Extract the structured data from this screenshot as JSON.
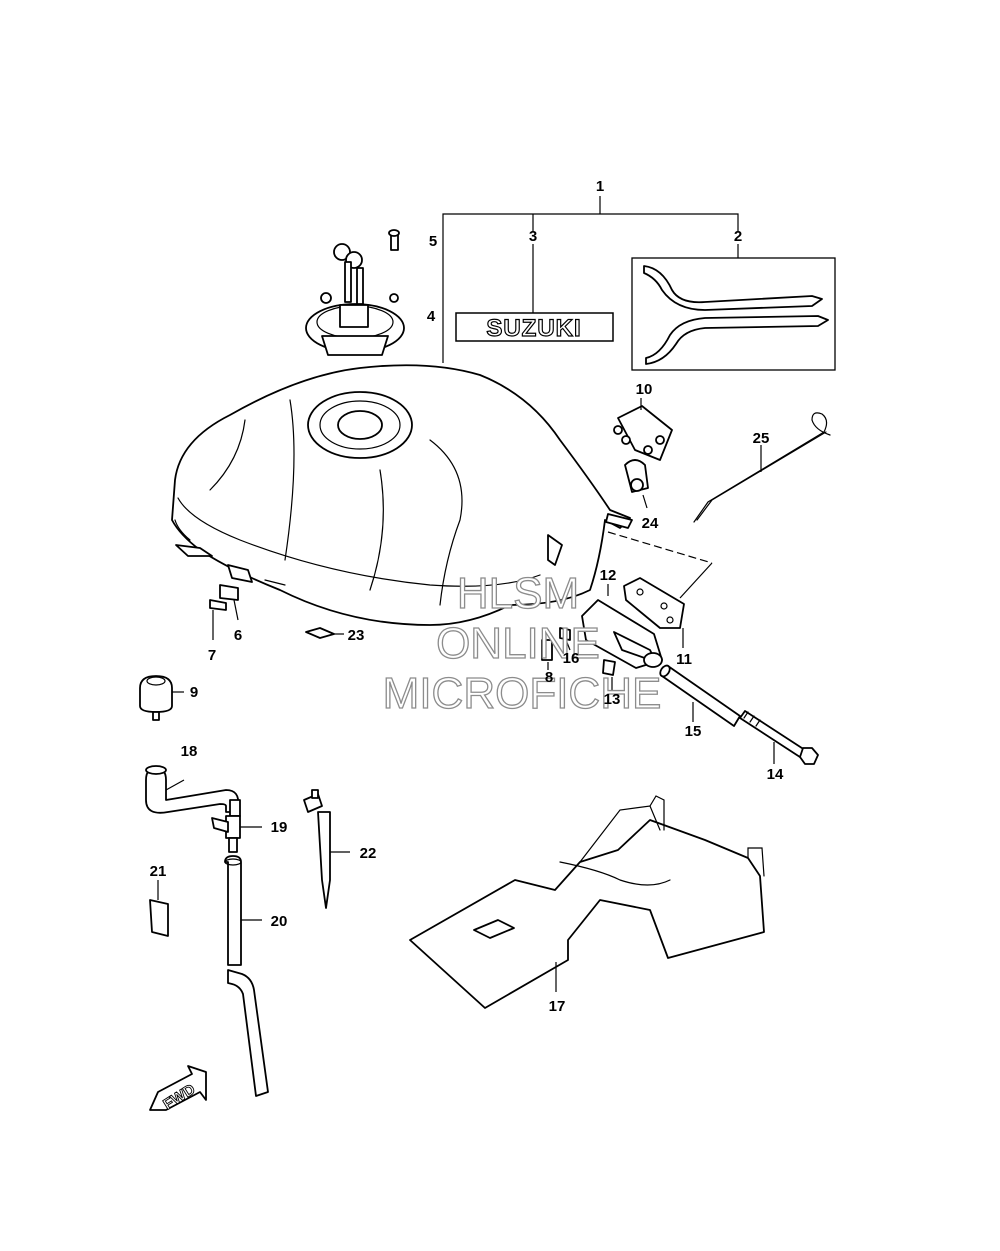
{
  "diagram": {
    "callouts": [
      "1",
      "2",
      "3",
      "4",
      "5",
      "6",
      "7",
      "8",
      "9",
      "10",
      "11",
      "12",
      "13",
      "14",
      "15",
      "16",
      "17",
      "18",
      "19",
      "20",
      "21",
      "22",
      "23",
      "24",
      "25"
    ],
    "badge_text": "SUZUKI",
    "direction_label": "FWD",
    "watermark": [
      "HLSM",
      "ONLINE",
      "MICROFICHE"
    ]
  }
}
